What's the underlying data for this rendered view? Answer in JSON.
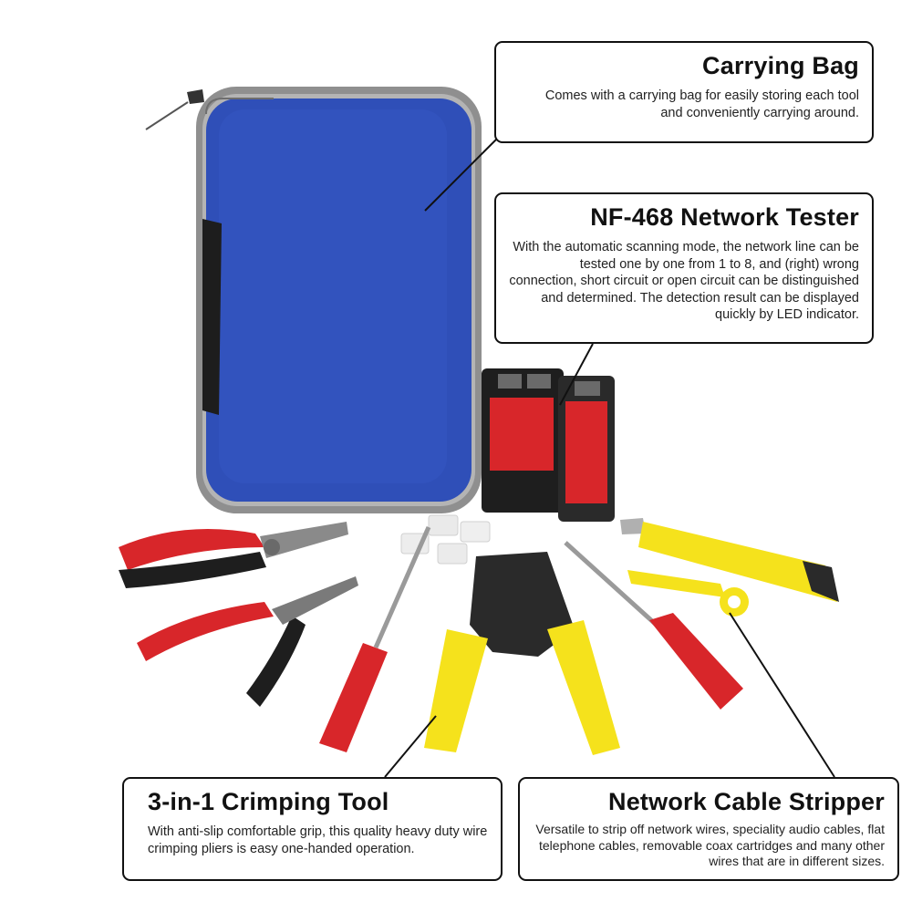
{
  "callouts": {
    "carrying_bag": {
      "title": "Carrying Bag",
      "description": "Comes with a carrying bag for easily storing each tool and conveniently carrying around."
    },
    "network_tester": {
      "title": "NF-468 Network Tester",
      "description": "With the automatic scanning mode, the network line can be tested one by one from 1 to 8, and (right) wrong connection, short circuit or open circuit can be distinguished and determined. The detection result can be displayed quickly by LED indicator."
    },
    "crimping_tool": {
      "title": "3-in-1 Crimping Tool",
      "description": "With anti-slip comfortable grip, this quality heavy duty wire crimping pliers is easy one-handed operation."
    },
    "cable_stripper": {
      "title": "Network Cable Stripper",
      "description": "Versatile to strip off network wires, speciality audio cables, flat telephone cables, removable coax cartridges and many other wires that are in different sizes."
    }
  },
  "colors": {
    "bag_blue": "#2f4fb8",
    "bag_trim": "#9a9a9a",
    "tool_red": "#d8262a",
    "tool_yellow": "#f5e21c",
    "tester_black": "#1e1e1e",
    "callout_border": "#111111"
  }
}
